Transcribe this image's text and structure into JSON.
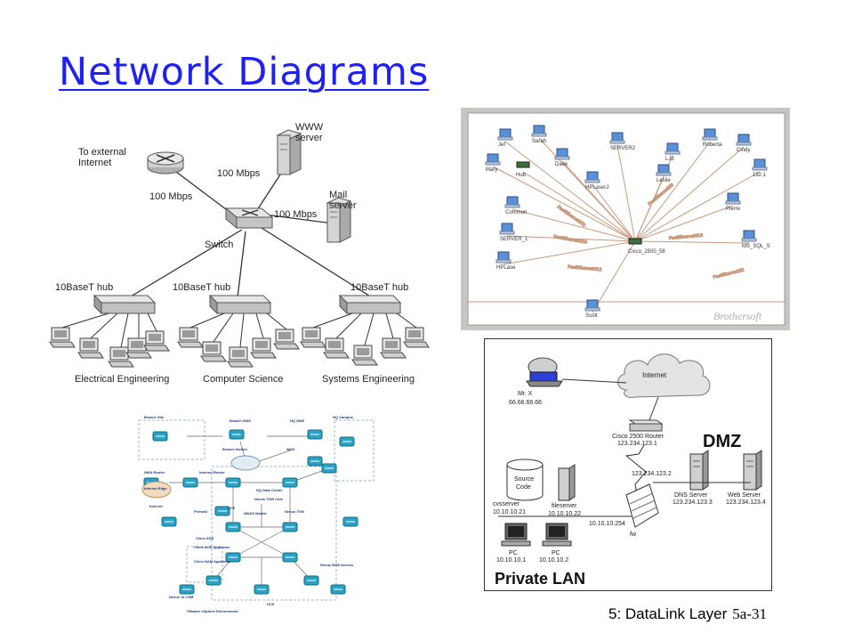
{
  "slide": {
    "title": "Network Diagrams",
    "footer_label": "5: DataLink Layer",
    "page_number": "5a-31"
  },
  "campus_diagram": {
    "external_label_1": "To external",
    "external_label_2": "Internet",
    "www_label_1": "WWW",
    "www_label_2": "server",
    "mail_label_1": "Mail",
    "mail_label_2": "server",
    "link_router": "100 Mbps",
    "link_www": "100 Mbps",
    "link_mail": "100 Mbps",
    "switch_label": "Switch",
    "hubs": [
      {
        "label": "10BaseT hub",
        "department": "Electrical Engineering"
      },
      {
        "label": "10BaseT hub",
        "department": "Computer Science"
      },
      {
        "label": "10BaseT hub",
        "department": "Systems Engineering"
      }
    ]
  },
  "topology_screenshot": {
    "nodes": [
      "Jef",
      "Sarah",
      "Dave",
      "SERVER2",
      "LJ5",
      "Roberta",
      "Cindy",
      "Mary",
      "Hub",
      "Common",
      "HPLaserJ",
      "Leslie",
      "Pierre",
      "SERVER_1",
      "Cisco_2500_58",
      "MS_SQL_S",
      "HPLase",
      "Scott",
      "192.1"
    ],
    "links": [
      "FastEthernet0/11",
      "FastEthernet0/10",
      "FastEthernet0/9",
      "FastEthernet0/12",
      "FastEthernet0/13",
      "FastEthernet0/2"
    ],
    "watermark": "Brothersoft"
  },
  "dmz_diagram": {
    "internet_label": "Internet",
    "mrx_name": "Mr. X",
    "mrx_ip": "66.66.66.66",
    "router_name": "Cisco 2500 Router",
    "router_ip": "123.234.123.1",
    "dmz_label": "DMZ",
    "fw_outer_ip": "123.234.123.2",
    "dns_name": "DNS Server",
    "dns_ip": "123.234.123.3",
    "web_name": "Web Server",
    "web_ip": "123.234.123.4",
    "source_code_1": "Source",
    "source_code_2": "Code",
    "cvs_name": "cvsserver",
    "cvs_ip": "10.10.10.21",
    "file_name": "fileserver",
    "file_ip": "10.10.10.22",
    "fw_inner_ip": "10.10.10.254",
    "fw_label": "fw",
    "pc1_name": "PC",
    "pc1_ip": "10.10.10.1",
    "pc2_name": "PC",
    "pc2_ip": "10.10.10.2",
    "lan_label": "Private LAN"
  },
  "datacenter_diagram": {
    "labels": [
      "Branch Site",
      "Branch WAE",
      "Branch Switch",
      "HQ WAE",
      "HQ Campus",
      "WAN",
      "WAN Router",
      "Internet Edge",
      "Internet",
      "Internet Router",
      "Firewall",
      "ACE",
      "WAAS Mobile",
      "HQ Data Center",
      "Nexus 7000 Core",
      "Cisco ASA",
      "Cisco ACE Appliance",
      "Cisco NAM Appliance",
      "Nexus 7000",
      "Nexus 5000 Access",
      "Nexus 1k VSM",
      "VMware vSphere Environment",
      "UCS"
    ]
  }
}
